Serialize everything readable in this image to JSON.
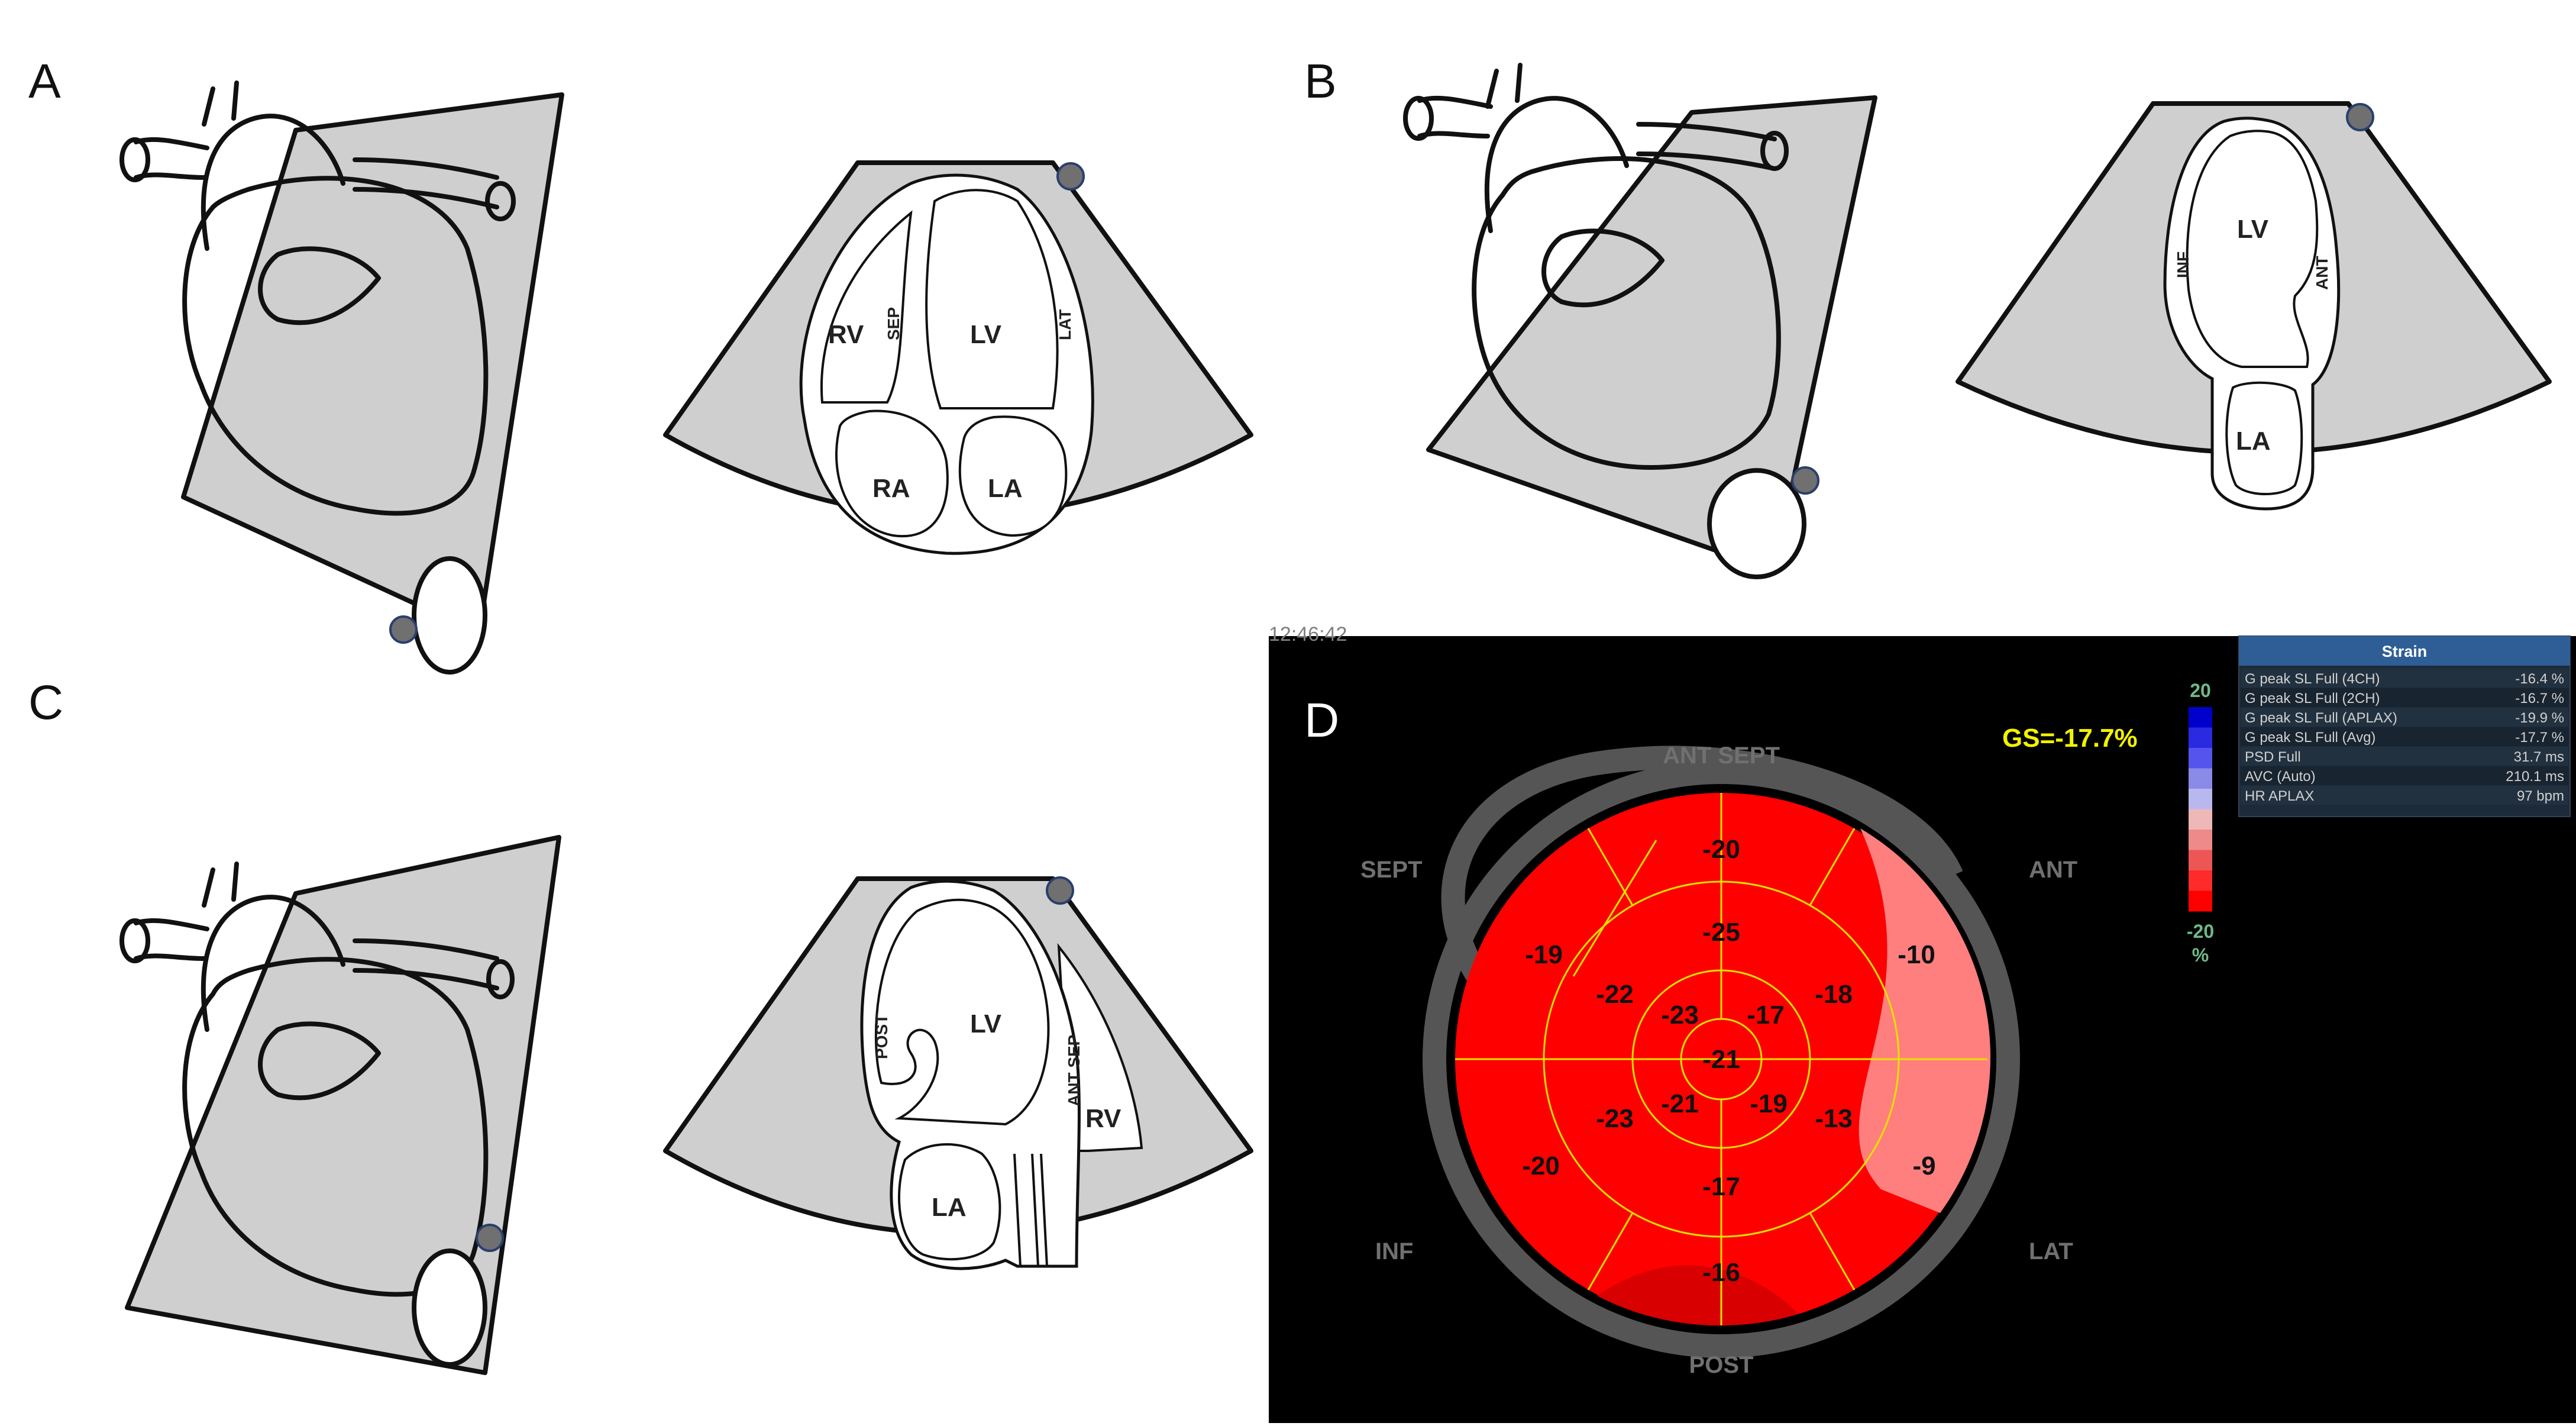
{
  "panels": {
    "a": {
      "letter": "A",
      "chambers": {
        "rv": "RV",
        "lv": "LV",
        "ra": "RA",
        "la": "LA"
      },
      "walls": {
        "sep": "SEP",
        "lat": "LAT"
      }
    },
    "b": {
      "letter": "B",
      "chambers": {
        "lv": "LV",
        "la": "LA"
      },
      "walls": {
        "inf": "INF",
        "ant": "ANT"
      }
    },
    "c": {
      "letter": "C",
      "chambers": {
        "lv": "LV",
        "la": "LA",
        "rv": "RV"
      },
      "walls": {
        "post": "POST",
        "ant_sep": "ANT SEP"
      }
    },
    "d": {
      "letter": "D",
      "timestamp": "12:46:42",
      "global_strain": "GS=-17.7%",
      "wall_labels": {
        "ant_sept": "ANT SEPT",
        "sept": "SEPT",
        "ant": "ANT",
        "inf": "INF",
        "lat": "LAT",
        "post": "POST"
      },
      "segments": {
        "basal": [
          "-20",
          "-10",
          "-9",
          "-16",
          "-20",
          "-19"
        ],
        "mid": [
          "-25",
          "-18",
          "-13",
          "-17",
          "-23",
          "-22"
        ],
        "apical": [
          "-17",
          "-19",
          "-21",
          "-23"
        ],
        "apex": "-21"
      },
      "colors": {
        "segment_fill": "#ff0000",
        "segment_fill_dark": "#d80000",
        "segment_fill_light": "#ff7f7f",
        "segment_lines": "#e8e000",
        "ring": "#555555",
        "background": "#000000",
        "gs_text": "#f2f200"
      },
      "scale": {
        "top": "20",
        "bottom": "-20",
        "unit": "%",
        "colors": [
          "#0000cc",
          "#2a2ae0",
          "#5555ee",
          "#8a8ae8",
          "#b8b8ee",
          "#eeb8b8",
          "#ee8a8a",
          "#ee5555",
          "#ff2a2a",
          "#ff0000"
        ]
      },
      "table": {
        "title": "Strain",
        "rows": [
          {
            "label": "G peak SL Full (4CH)",
            "value": "-16.4 %"
          },
          {
            "label": "G peak SL Full (2CH)",
            "value": "-16.7 %"
          },
          {
            "label": "G peak SL Full (APLAX)",
            "value": "-19.9 %"
          },
          {
            "label": "G peak SL Full (Avg)",
            "value": "-17.7 %"
          },
          {
            "label": "PSD Full",
            "value": "31.7 ms"
          },
          {
            "label": "AVC (Auto)",
            "value": "210.1 ms"
          },
          {
            "label": "HR APLAX",
            "value": "97 bpm"
          }
        ]
      }
    }
  }
}
